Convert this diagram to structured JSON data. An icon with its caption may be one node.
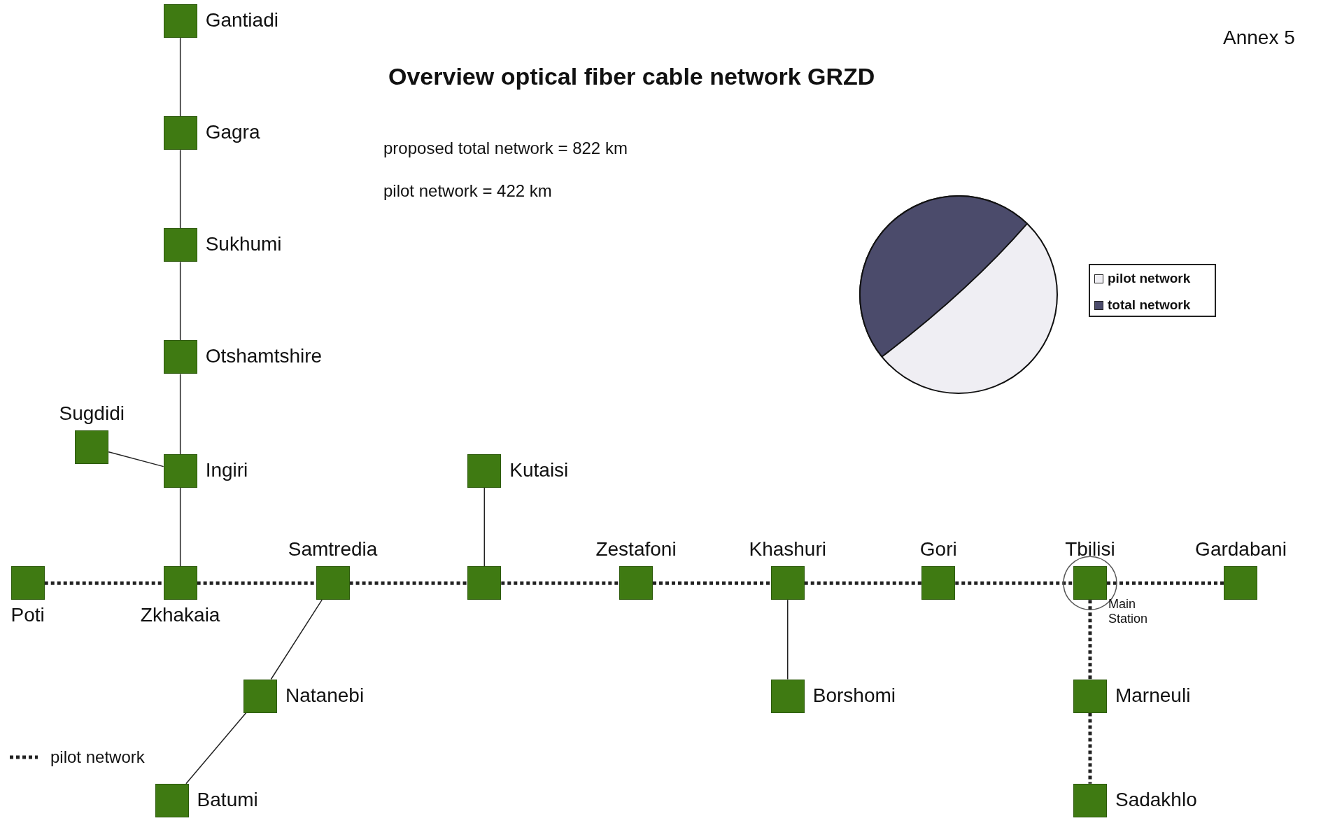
{
  "diagram": {
    "title": "Overview optical fiber cable network GRZD",
    "nodes": [
      {
        "text": [
          "Gantiadi"
        ]
      },
      {
        "text": [
          "Gagra"
        ]
      },
      {
        "text": [
          "Sukhumi"
        ]
      },
      {
        "text": [
          "Otshamtshire"
        ]
      },
      {
        "text": [
          "Sugdidi"
        ]
      },
      {
        "text": [
          "Ingiri"
        ]
      },
      {
        "text": [
          "Kutaisi"
        ]
      },
      {
        "text": [
          "Poti"
        ]
      },
      {
        "text": [
          "Zkhakaia"
        ]
      },
      {
        "text": [
          "Samtredia"
        ]
      },
      {
        "text": [],
        "shape": "box"
      },
      {
        "text": [
          "Zestafoni"
        ]
      },
      {
        "text": [
          "Khashuri"
        ]
      },
      {
        "text": [
          "Gori"
        ]
      },
      {
        "text": [
          "Tbilisi"
        ],
        "beside": [
          "Main Station"
        ]
      },
      {
        "text": [
          "Gardabani"
        ]
      },
      {
        "text": [
          "Natanebi"
        ]
      },
      {
        "text": [
          "Borshomi"
        ]
      },
      {
        "text": [
          "Marneuli"
        ]
      },
      {
        "text": [
          "Batumi"
        ]
      },
      {
        "text": [
          "Sadakhlo"
        ]
      }
    ],
    "edges": [
      {
        "from": 0,
        "to": 1,
        "arrow": "none"
      },
      {
        "from": 1,
        "to": 2,
        "arrow": "none"
      },
      {
        "from": 2,
        "to": 3,
        "arrow": "none"
      },
      {
        "from": 3,
        "to": 5,
        "arrow": "none"
      },
      {
        "from": 4,
        "to": 5,
        "arrow": "none"
      },
      {
        "from": 5,
        "to": 8,
        "arrow": "none"
      },
      {
        "from": 6,
        "to": 10,
        "arrow": "none"
      },
      {
        "from": 7,
        "to": 8,
        "arrow": "none",
        "style": "dashed"
      },
      {
        "from": 8,
        "to": 9,
        "arrow": "none",
        "style": "dashed"
      },
      {
        "from": 9,
        "to": 10,
        "arrow": "none",
        "style": "dashed"
      },
      {
        "from": 10,
        "to": 11,
        "arrow": "none",
        "style": "dashed"
      },
      {
        "from": 11,
        "to": 12,
        "arrow": "none",
        "style": "dashed"
      },
      {
        "from": 12,
        "to": 13,
        "arrow": "none",
        "style": "dashed"
      },
      {
        "from": 13,
        "to": 14,
        "arrow": "none",
        "style": "dashed"
      },
      {
        "from": 14,
        "to": 15,
        "arrow": "none",
        "style": "dashed"
      },
      {
        "from": 9,
        "to": 16,
        "arrow": "none"
      },
      {
        "from": 16,
        "to": 19,
        "arrow": "none"
      },
      {
        "from": 12,
        "to": 17,
        "arrow": "none"
      },
      {
        "from": 14,
        "to": 18,
        "arrow": "none",
        "style": "dashed"
      },
      {
        "from": 18,
        "to": 20,
        "arrow": "none",
        "style": "dashed"
      }
    ],
    "labels": [
      "Annex 5",
      "proposed total network = 822 km",
      "pilot network = 422 km"
    ],
    "legend": [
      {
        "text": "pilot network",
        "color": "#efeef3"
      },
      {
        "text": "total network",
        "color": "#4b4b6b"
      },
      {
        "text": "pilot network"
      }
    ]
  }
}
